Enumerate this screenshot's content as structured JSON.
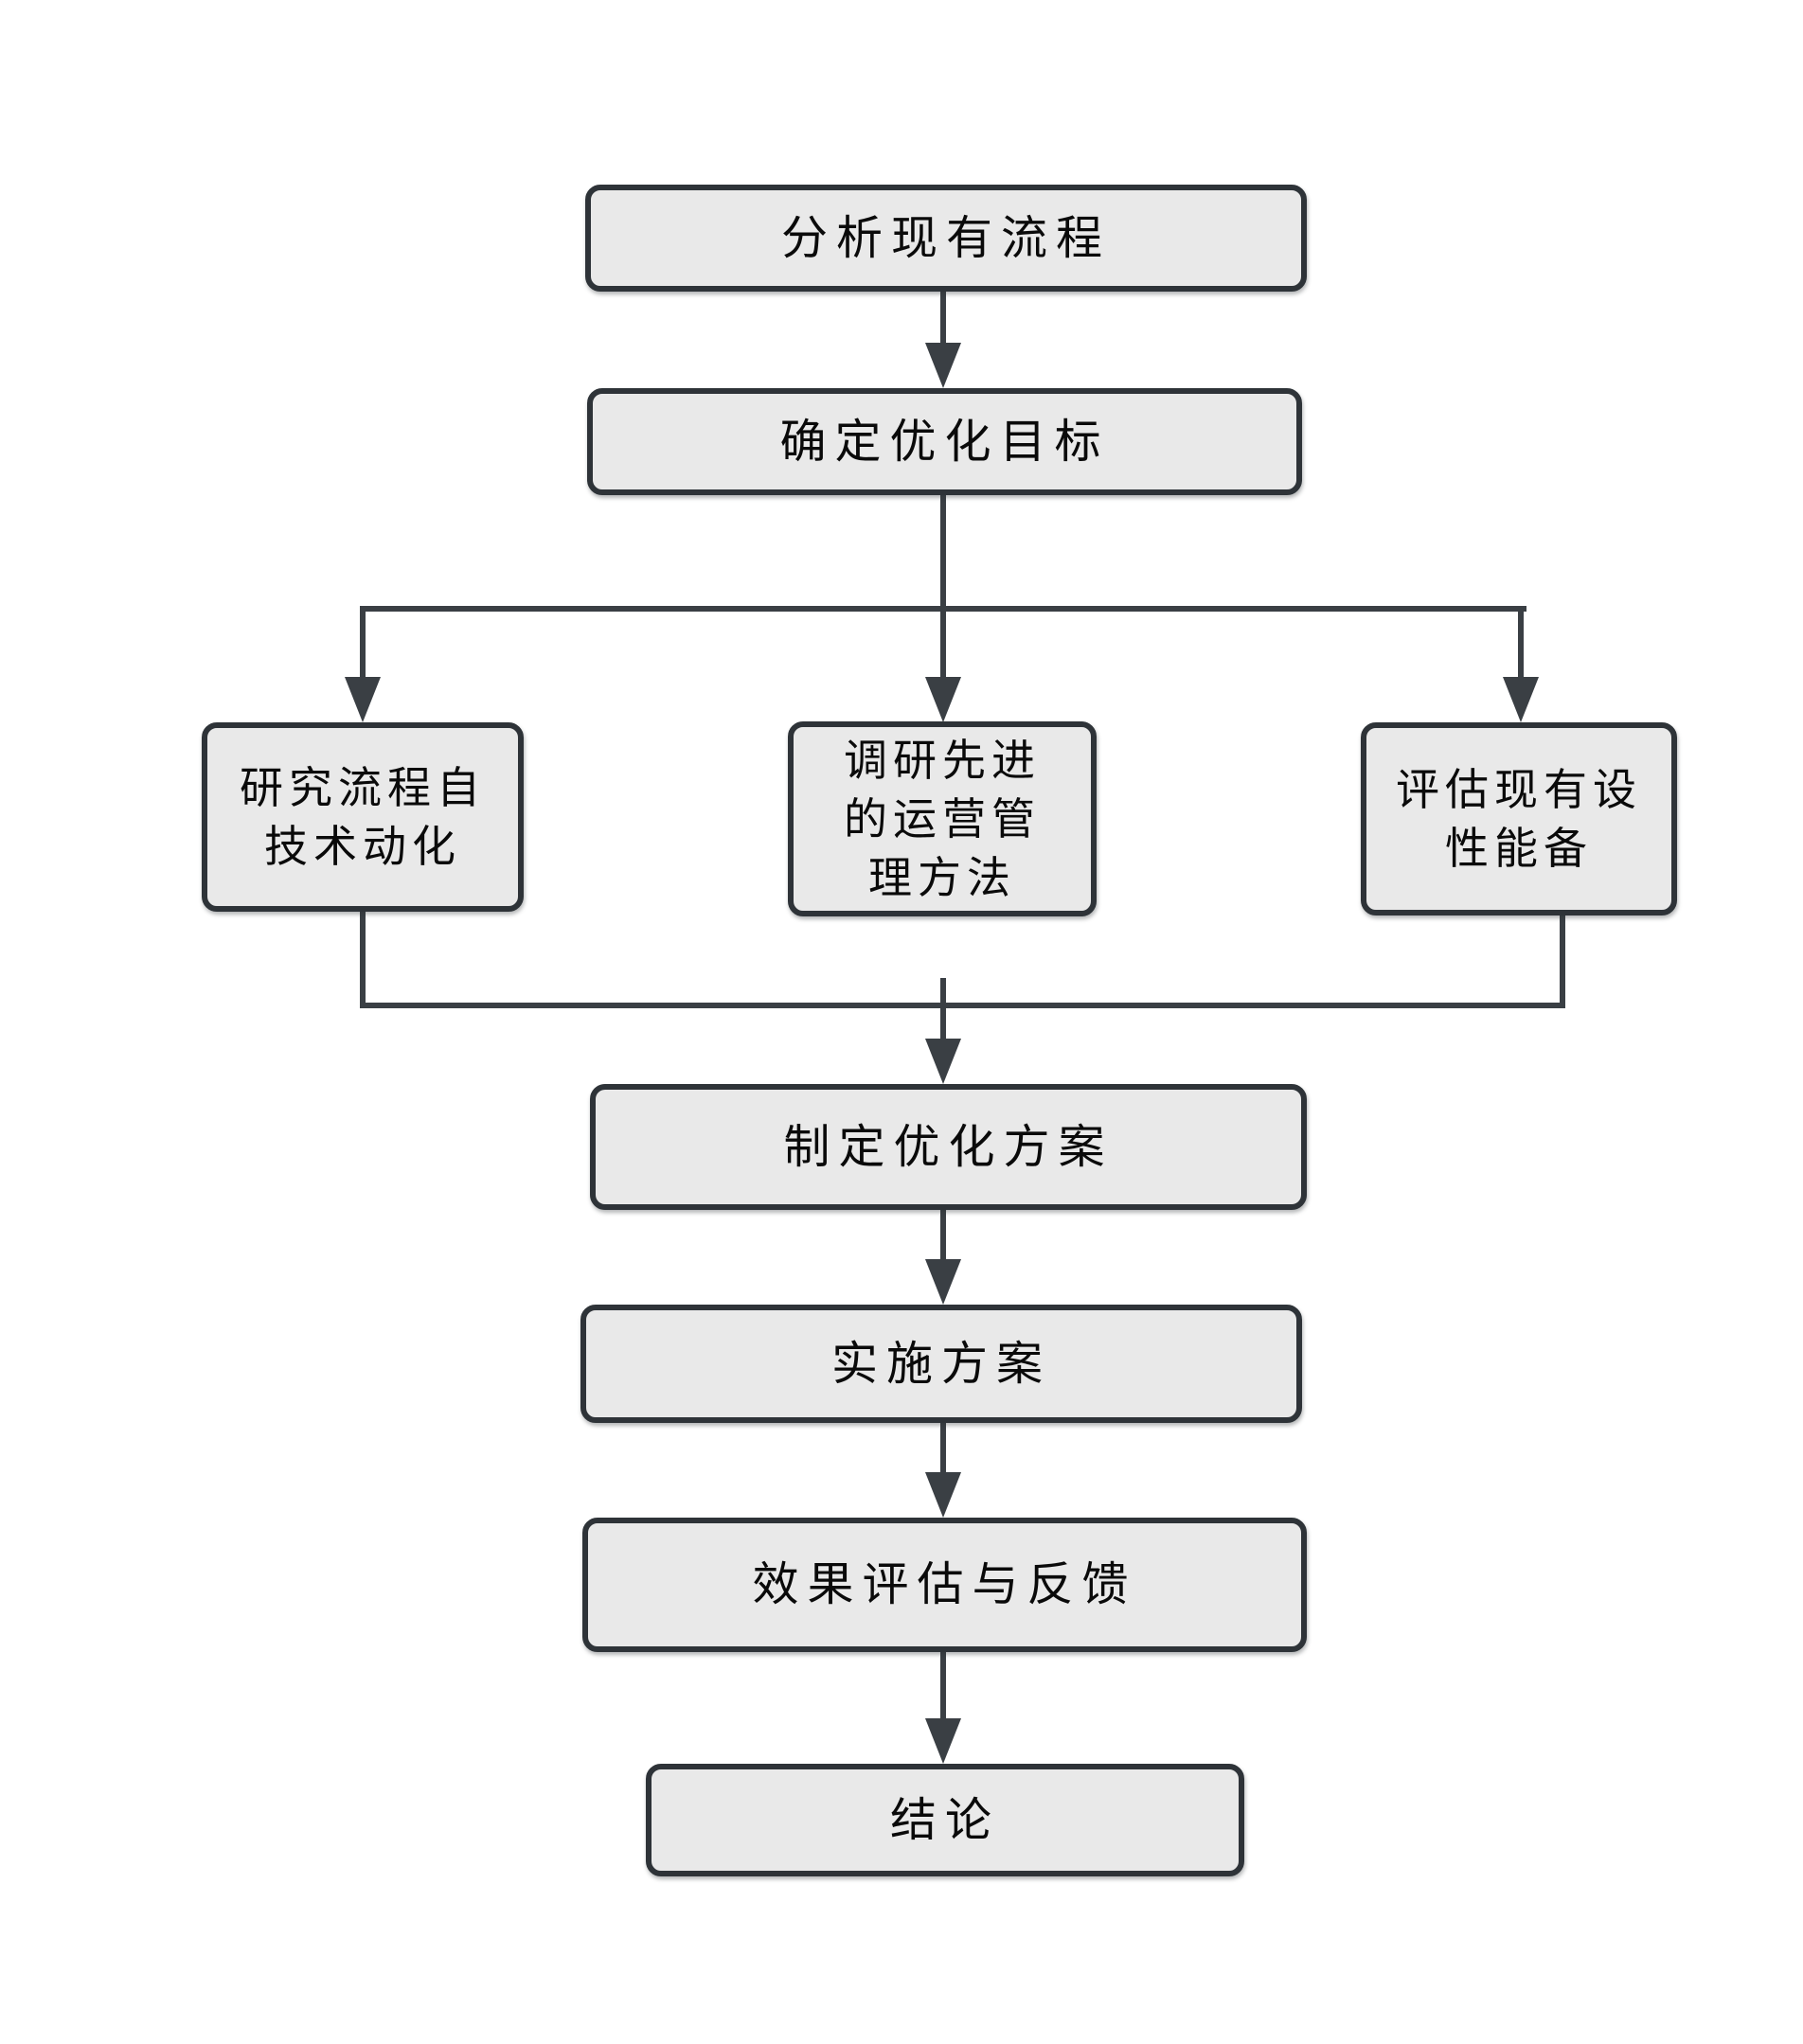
{
  "diagram": {
    "type": "flowchart",
    "direction": "top-down",
    "colors": {
      "background": "#ffffff",
      "node_fill": "#e9e9e9",
      "node_border": "#2e3338",
      "connector": "#3a3f44",
      "text": "#0a0a0a"
    },
    "nodes": {
      "analyze": {
        "label": "分析现有流程"
      },
      "goal": {
        "label": "确定优化目标"
      },
      "automation": {
        "label": "研究流程自\n技术动化"
      },
      "research": {
        "label": "调研先进\n的运营管\n理方法"
      },
      "assess": {
        "label": "评估现有设\n性能备"
      },
      "plan": {
        "label": "制定优化方案"
      },
      "implement": {
        "label": "实施方案"
      },
      "evaluate": {
        "label": "效果评估与反馈"
      },
      "conclusion": {
        "label": "结论"
      }
    },
    "edges": [
      {
        "from": "analyze",
        "to": "goal"
      },
      {
        "from": "goal",
        "to": "automation"
      },
      {
        "from": "goal",
        "to": "research"
      },
      {
        "from": "goal",
        "to": "assess"
      },
      {
        "from": "automation",
        "to": "plan"
      },
      {
        "from": "research",
        "to": "plan"
      },
      {
        "from": "assess",
        "to": "plan"
      },
      {
        "from": "plan",
        "to": "implement"
      },
      {
        "from": "implement",
        "to": "evaluate"
      },
      {
        "from": "evaluate",
        "to": "conclusion"
      }
    ]
  }
}
